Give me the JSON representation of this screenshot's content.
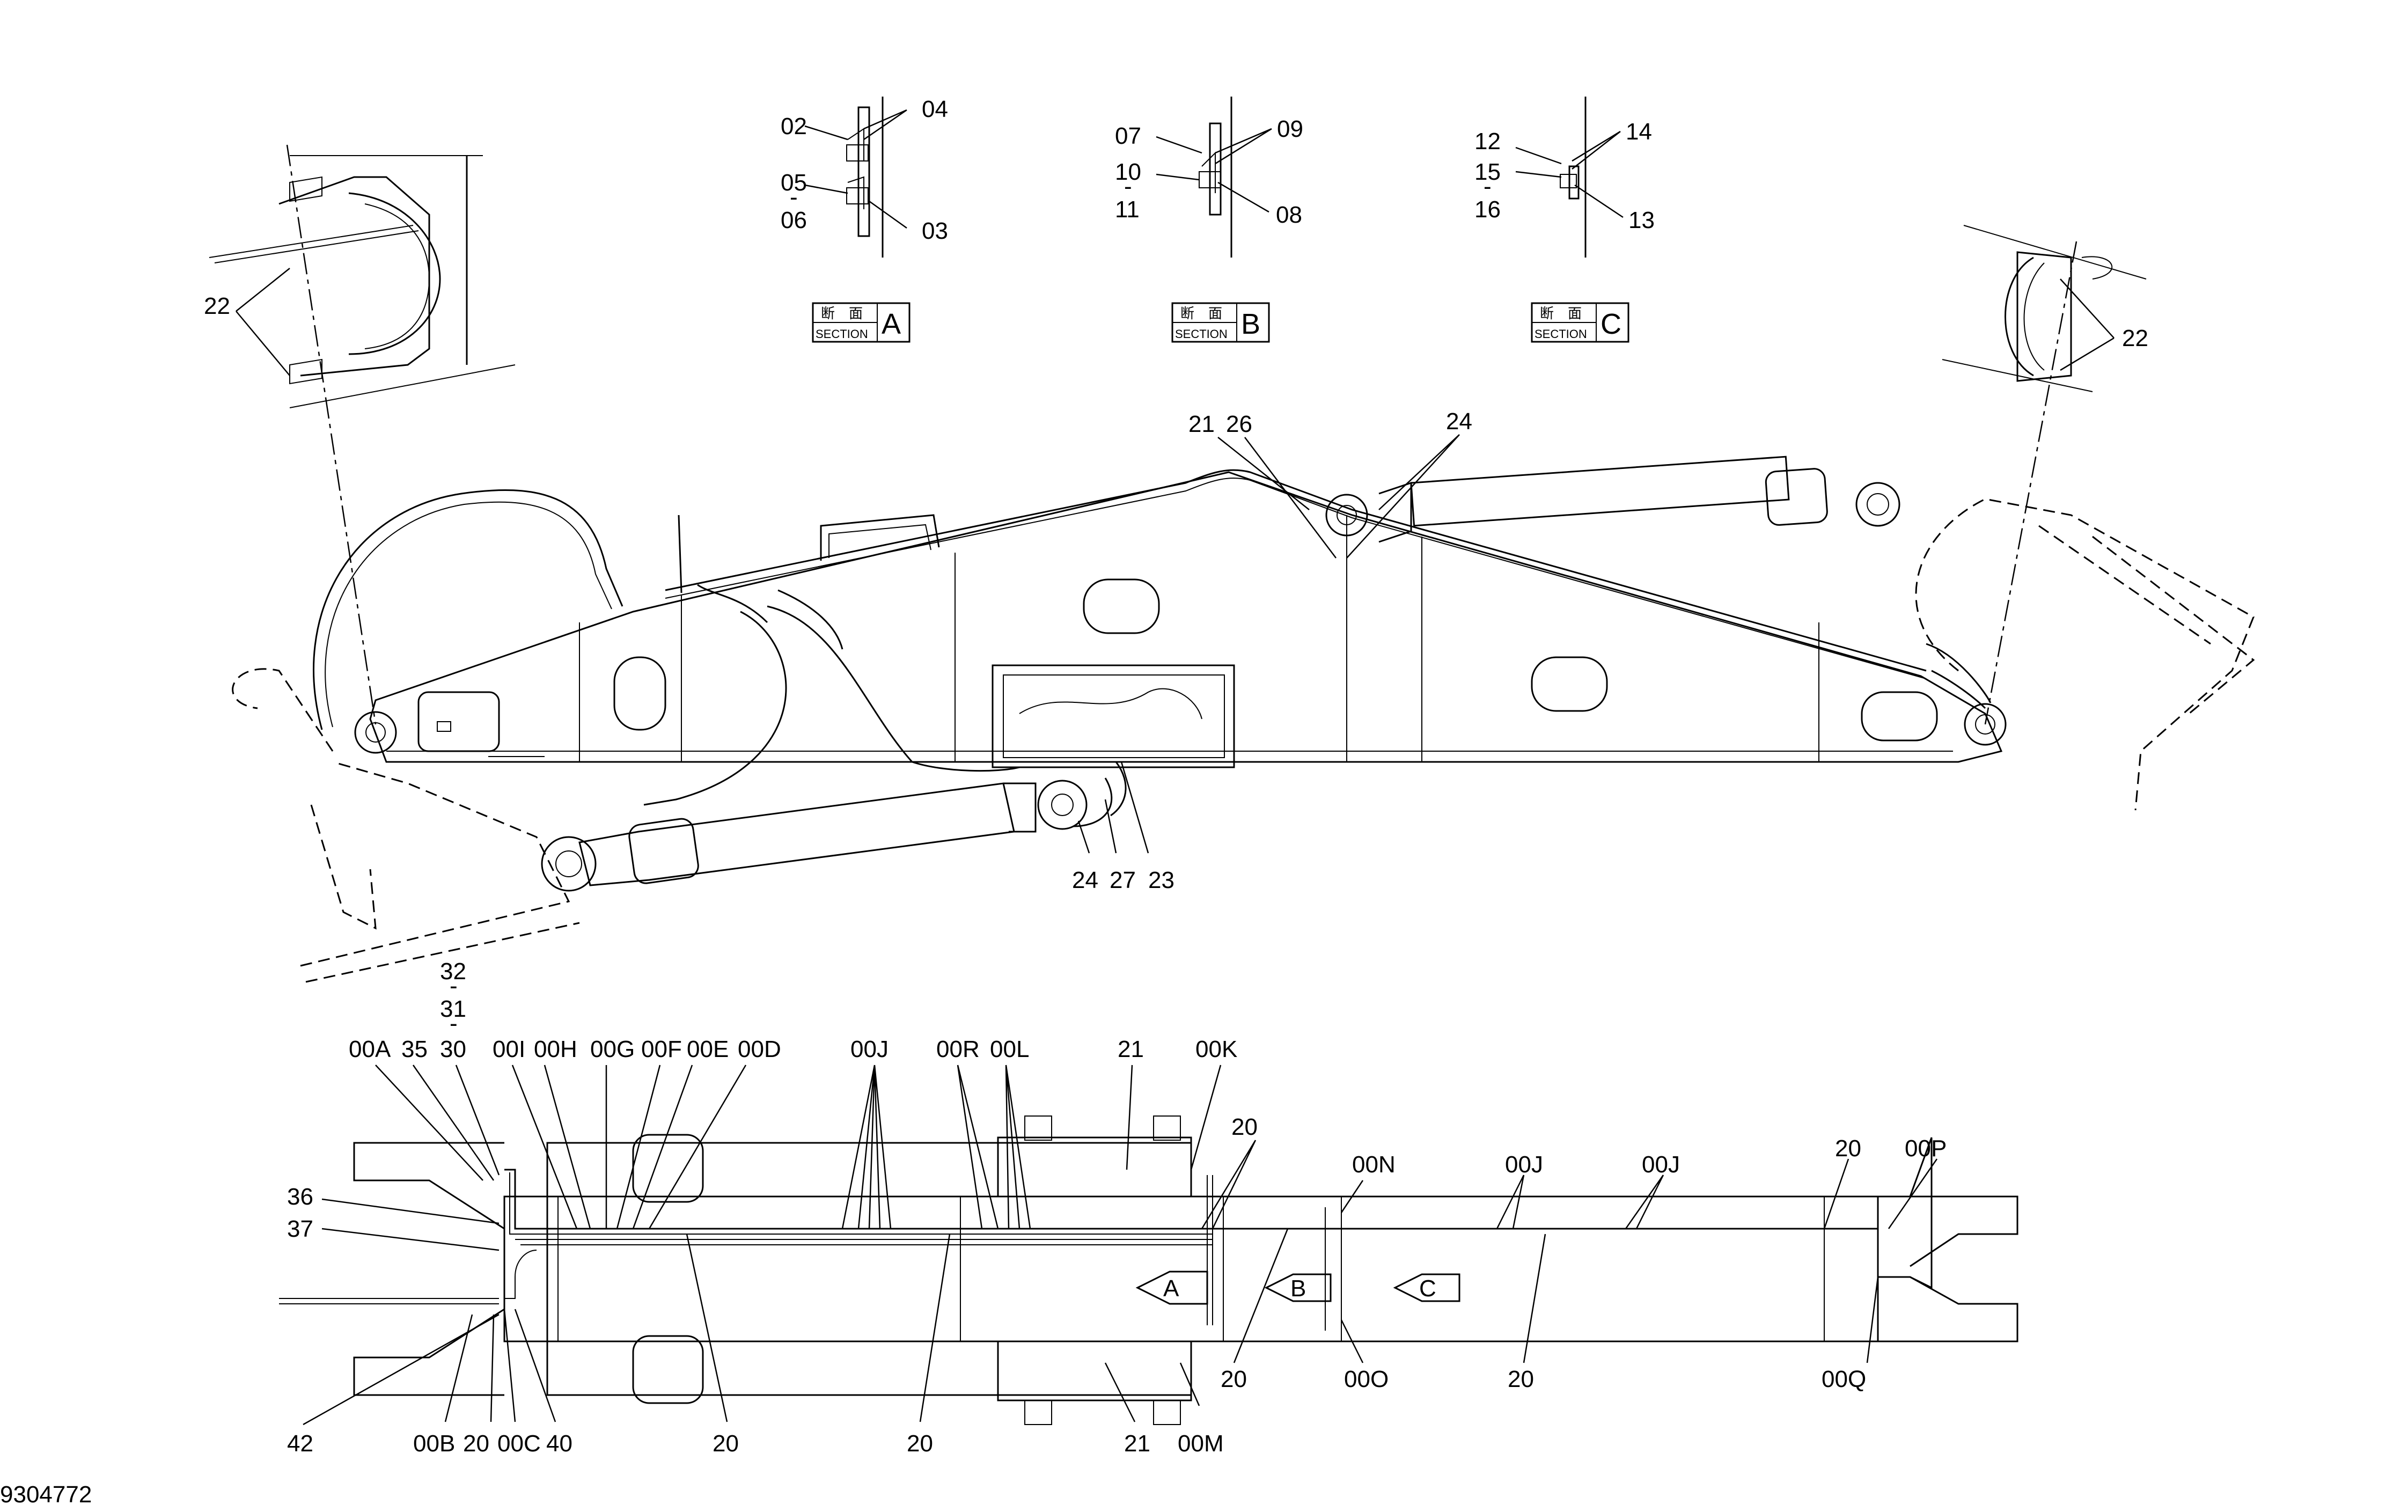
{
  "document_number": "9304772",
  "sections": [
    {
      "kanji": "断　面",
      "word": "SECTION",
      "letter": "A"
    },
    {
      "kanji": "断　面",
      "word": "SECTION",
      "letter": "B"
    },
    {
      "kanji": "断　面",
      "word": "SECTION",
      "letter": "C"
    }
  ],
  "section_arrows": [
    "A",
    "B",
    "C"
  ],
  "callouts": {
    "detail_a": [
      "02",
      "04",
      "05",
      "-",
      "06",
      "03"
    ],
    "detail_b": [
      "07",
      "09",
      "10",
      "-",
      "11",
      "08"
    ],
    "detail_c": [
      "12",
      "14",
      "15",
      "-",
      "16",
      "13"
    ],
    "side_view": [
      "22",
      "22",
      "21",
      "26",
      "24",
      "24",
      "27",
      "23"
    ],
    "plan_top": [
      "32",
      "-",
      "31",
      "-",
      "00A",
      "35",
      "30",
      "00I",
      "00H",
      "00G",
      "00F",
      "00E",
      "00D",
      "00J",
      "00R",
      "00L",
      "21",
      "00K",
      "20",
      "00N",
      "00J",
      "00J",
      "20",
      "00P"
    ],
    "plan_left": [
      "36",
      "37"
    ],
    "plan_bottom": [
      "42",
      "00B",
      "20",
      "00C",
      "40",
      "20",
      "20",
      "21",
      "00M",
      "20",
      "00O",
      "20",
      "00Q"
    ]
  }
}
